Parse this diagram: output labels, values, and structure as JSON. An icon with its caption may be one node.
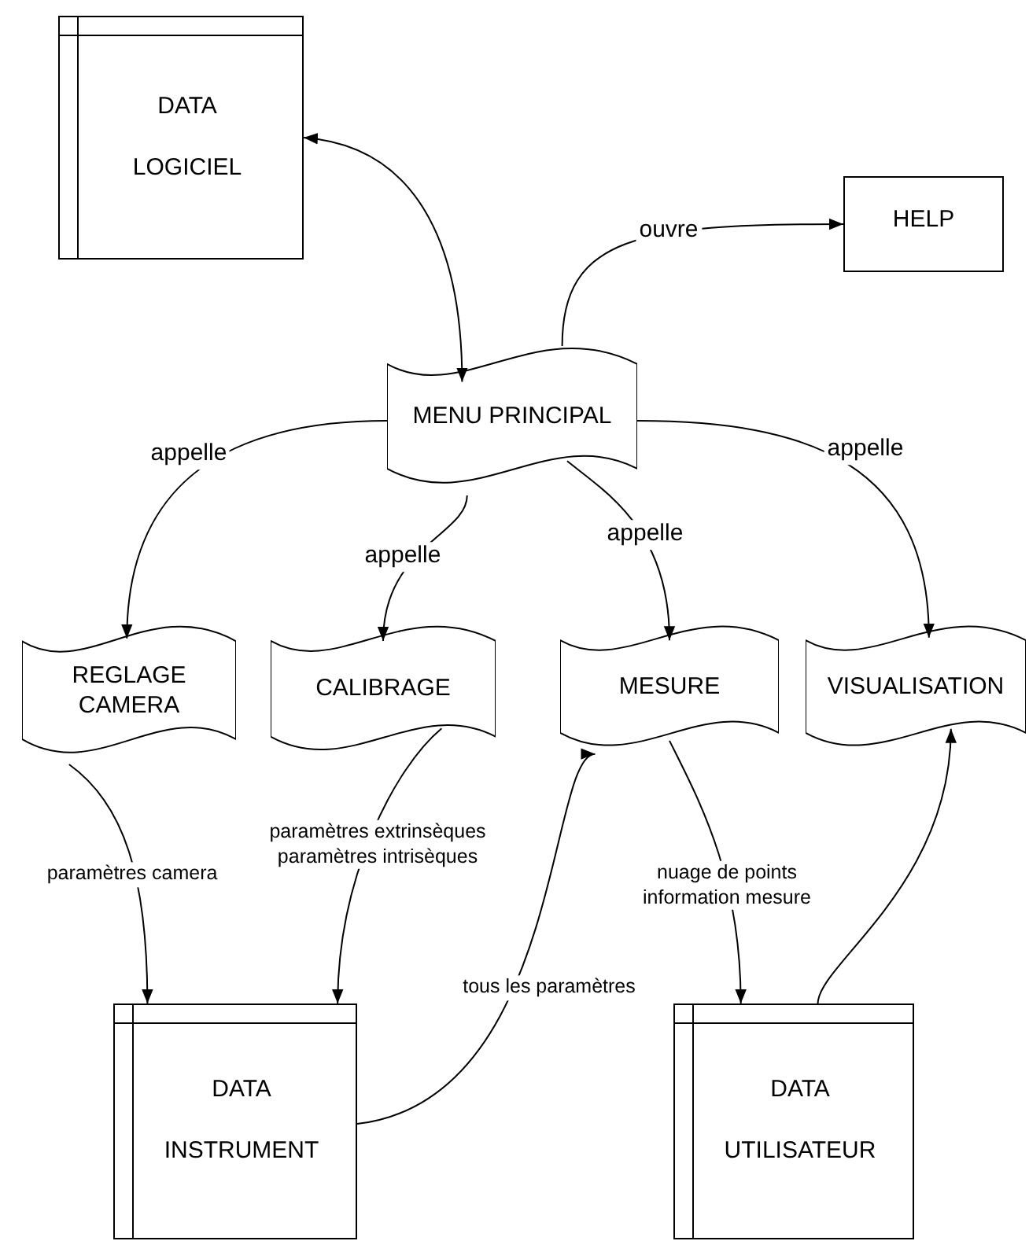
{
  "diagram": {
    "nodes": [
      {
        "text": [
          "DATA",
          "LOGICIEL"
        ]
      },
      {
        "text": [
          "HELP"
        ]
      },
      {
        "text": [
          "MENU PRINCIPAL"
        ]
      },
      {
        "text": [
          "REGLAGE CAMERA"
        ]
      },
      {
        "text": [
          "CALIBRAGE"
        ]
      },
      {
        "text": [
          "MESURE"
        ]
      },
      {
        "text": [
          "VISUALISATION"
        ]
      },
      {
        "text": [
          "DATA",
          "INSTRUMENT"
        ]
      },
      {
        "text": [
          "DATA",
          "UTILISATEUR"
        ]
      }
    ],
    "edges": [
      {
        "from": 2,
        "to": 0,
        "arrow": "both"
      },
      {
        "from": 2,
        "to": 1,
        "arrow": "to",
        "label": "ouvre"
      },
      {
        "from": 2,
        "to": 3,
        "arrow": "to",
        "label": "appelle"
      },
      {
        "from": 2,
        "to": 4,
        "arrow": "to",
        "label": "appelle"
      },
      {
        "from": 2,
        "to": 5,
        "arrow": "to",
        "label": "appelle"
      },
      {
        "from": 2,
        "to": 6,
        "arrow": "to",
        "label": "appelle"
      },
      {
        "from": 3,
        "to": 7,
        "arrow": "to",
        "label": "paramètres camera"
      },
      {
        "from": 4,
        "to": 7,
        "arrow": "to",
        "label": "paramètres extrinsèques paramètres intrisèques"
      },
      {
        "from": 7,
        "to": 5,
        "arrow": "to",
        "label": "tous les paramètres"
      },
      {
        "from": 5,
        "to": 8,
        "arrow": "to",
        "label": "nuage de points information mesure"
      },
      {
        "from": 8,
        "to": 6,
        "arrow": "to"
      }
    ]
  }
}
